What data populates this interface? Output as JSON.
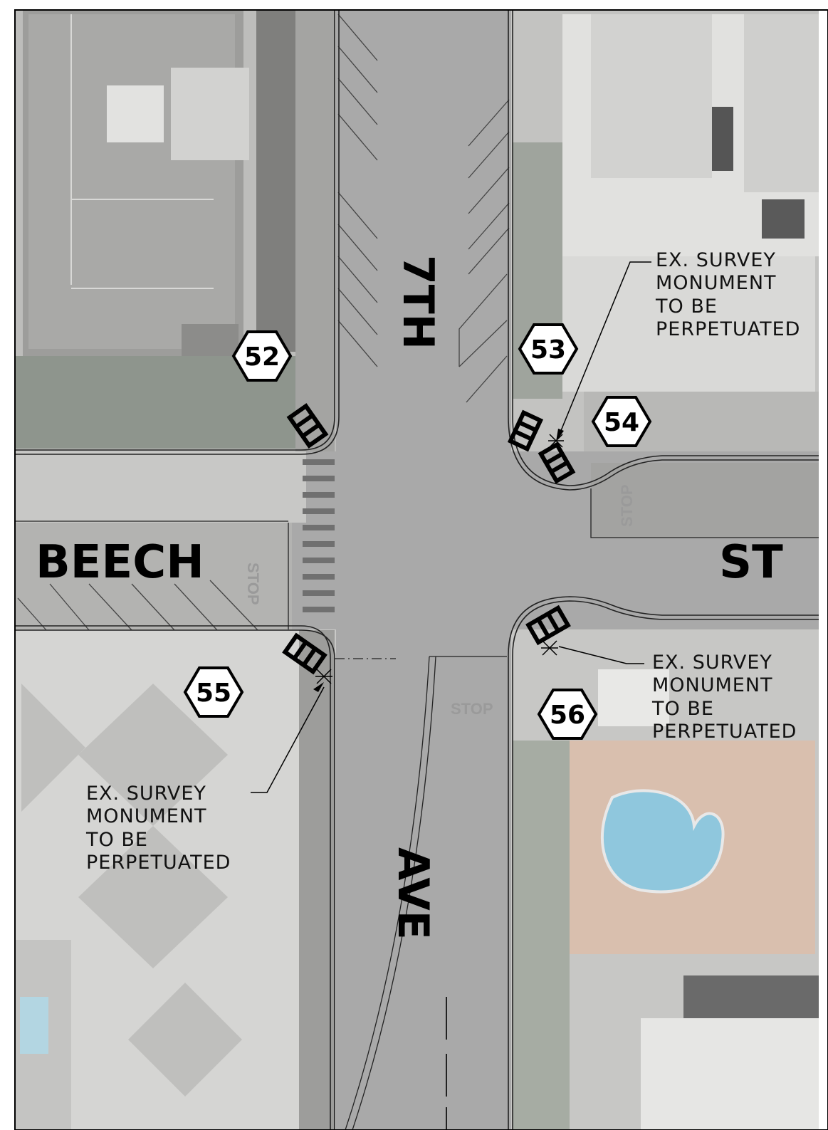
{
  "streets": {
    "seventh": "7TH",
    "ave": "AVE",
    "beech": "BEECH",
    "st": "ST"
  },
  "stop_text": "STOP",
  "callouts": [
    {
      "id": "52",
      "label": "52"
    },
    {
      "id": "53",
      "label": "53"
    },
    {
      "id": "54",
      "label": "54"
    },
    {
      "id": "55",
      "label": "55"
    },
    {
      "id": "56",
      "label": "56"
    }
  ],
  "notes": [
    {
      "lines": [
        "EX. SURVEY",
        "MONUMENT",
        "TO BE",
        "PERPETUATED"
      ]
    },
    {
      "lines": [
        "EX. SURVEY",
        "MONUMENT",
        "TO BE",
        "PERPETUATED"
      ]
    },
    {
      "lines": [
        "EX. SURVEY",
        "MONUMENT",
        "TO BE",
        "PERPETUATED"
      ]
    }
  ],
  "colors": {
    "road": "#a9a9a9",
    "sidewalk": "#d4d4d4",
    "lot": "#c8c8c6",
    "pool": "#8fc7dd",
    "deck": "#d9bfae",
    "building_light": "#e4e4e2",
    "building_dark": "#6a6a6a",
    "ink": "#000000"
  }
}
